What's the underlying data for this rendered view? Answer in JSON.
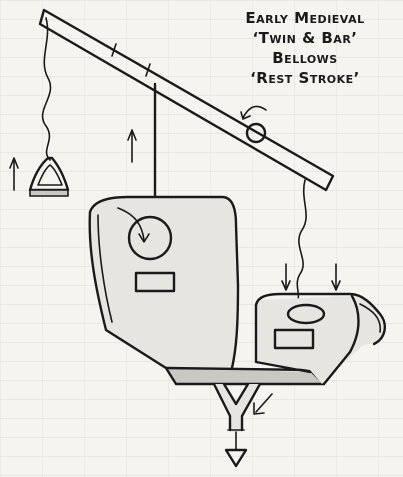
{
  "title": {
    "line1": "Early Medieval",
    "line2": "‘Twin & Bar’",
    "line3": "Bellows",
    "line4": "‘Rest Stroke’"
  },
  "colors": {
    "ink": "#1a1a1a",
    "paper": "#f5f4f0",
    "shade": "#c9c8c3"
  }
}
